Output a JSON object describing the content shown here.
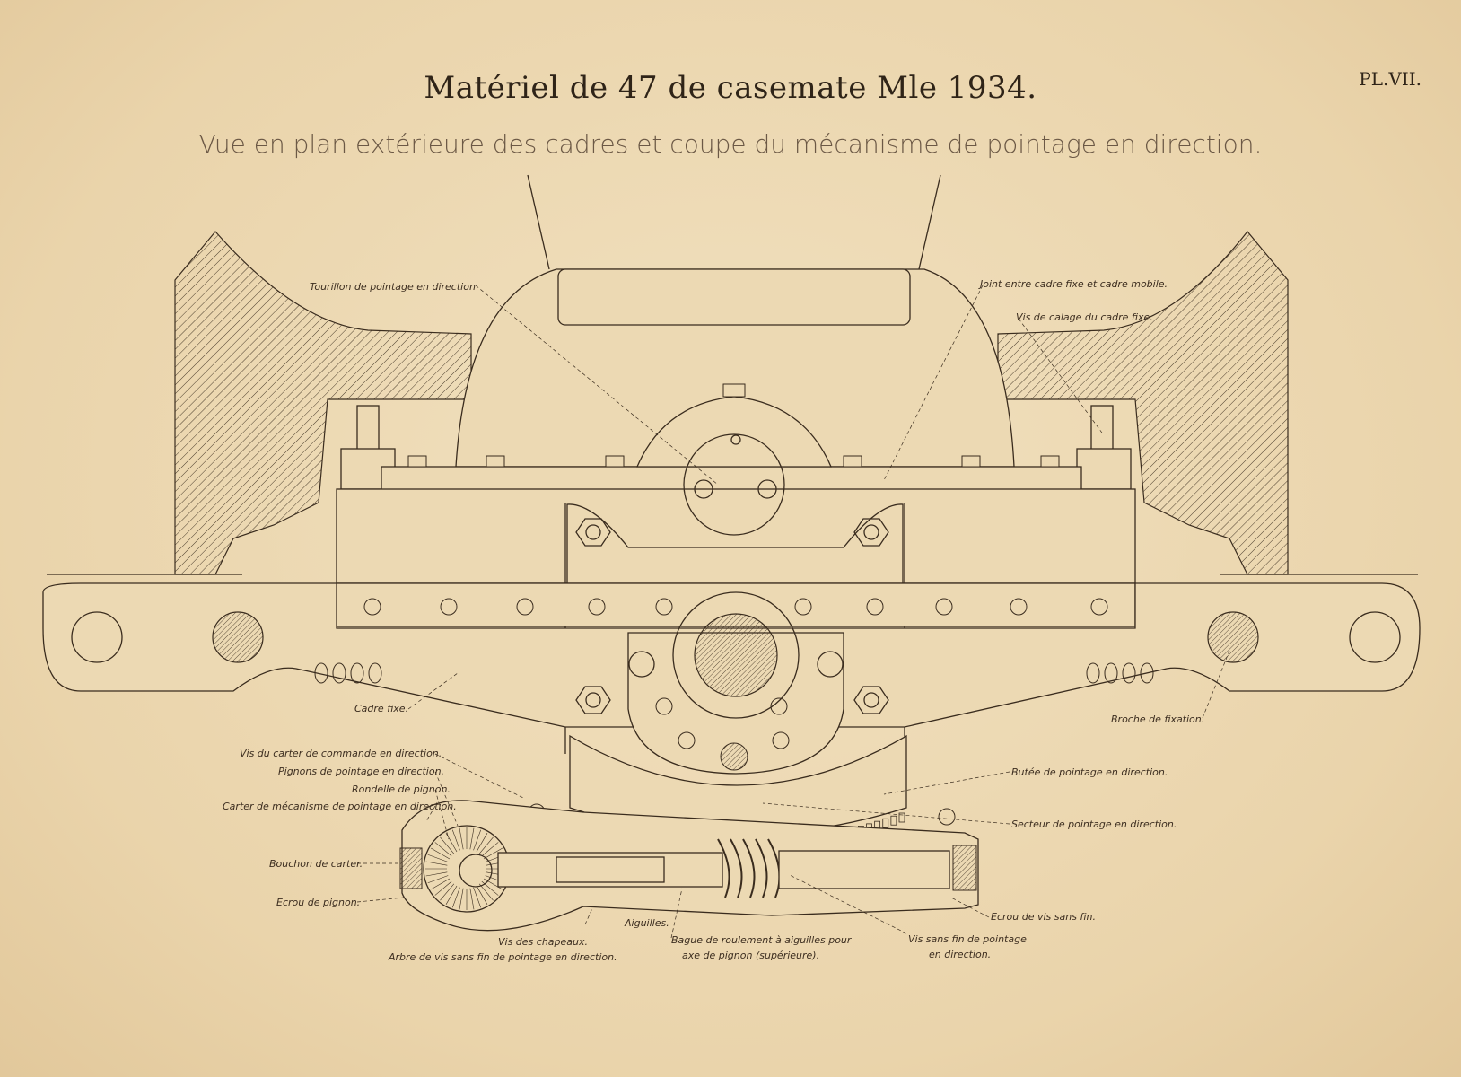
{
  "header": {
    "title": "Matériel de 47 de casemate Mle 1934.",
    "subtitle": "Vue en plan extérieure des cadres et coupe du mécanisme de pointage en direction.",
    "plate": "PL.VII."
  },
  "labels": {
    "tourillon": "Tourillon de pointage en direction",
    "joint": "Joint entre cadre fixe et cadre mobile.",
    "vis_calage": "Vis de calage du cadre fixe.",
    "cadre_fixe": "Cadre fixe.",
    "broche": "Broche de fixation.",
    "vis_carter": "Vis du carter de commande en direction.",
    "pignons": "Pignons de pointage en direction.",
    "rondelle": "Rondelle de pignon.",
    "carter_mecanisme": "Carter de mécanisme de pointage en direction.",
    "bouchon": "Bouchon de carter.",
    "ecrou_pignon": "Ecrou de pignon.",
    "butee": "Butée de pointage en direction.",
    "secteur": "Secteur de pointage en direction.",
    "ecrou_vis": "Ecrou de vis sans fin.",
    "vis_chapeaux": "Vis des chapeaux.",
    "aiguilles": "Aiguilles.",
    "arbre": "Arbre de vis sans fin de pointage en direction.",
    "bague_1": "Bague de roulement à aiguilles pour",
    "bague_2": "axe de pignon (supérieure).",
    "vis_sans_fin_1": "Vis sans fin de pointage",
    "vis_sans_fin_2": "en direction."
  }
}
